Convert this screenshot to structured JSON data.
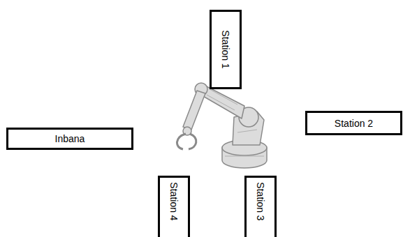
{
  "diagram": {
    "nodes": [
      {
        "text": [
          "Station 1"
        ]
      },
      {
        "text": [
          "Station 2"
        ]
      },
      {
        "text": [
          "Inbana"
        ]
      },
      {
        "text": [
          "Station 4"
        ]
      },
      {
        "text": [
          "Station 3"
        ]
      }
    ]
  }
}
